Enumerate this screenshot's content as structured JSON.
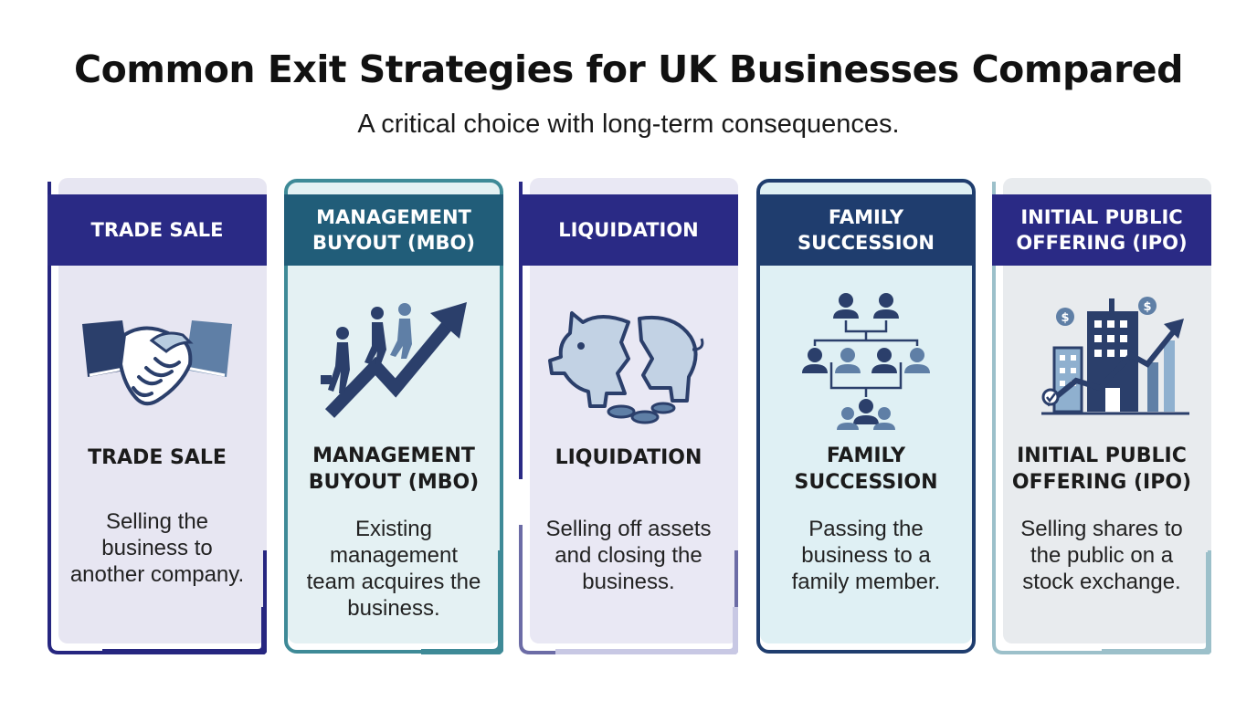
{
  "title": "Common Exit Strategies for UK Businesses Compared",
  "subtitle": "A critical choice with long-term consequences.",
  "cards": [
    {
      "header": "TRADE SALE",
      "name": "TRADE SALE",
      "description": "Selling the business to another company.",
      "icon": "handshake-icon",
      "colors": {
        "header": "#2a2a85",
        "border": "#262680",
        "bg": "#e7e6f2"
      }
    },
    {
      "header": "MANAGEMENT BUYOUT (MBO)",
      "name": "MANAGEMENT BUYOUT (MBO)",
      "description": "Existing management team acquires the business.",
      "icon": "climbing-team-arrow-icon",
      "colors": {
        "header": "#215d79",
        "border": "#3e8a97",
        "bg": "#e4f1f3"
      }
    },
    {
      "header": "LIQUIDATION",
      "name": "LIQUIDATION",
      "description": "Selling off assets and closing the business.",
      "icon": "broken-piggy-bank-icon",
      "colors": {
        "header": "#2a2a85",
        "border": "#6c6ca6",
        "bg": "#e9e8f4"
      }
    },
    {
      "header": "FAMILY SUCCESSION",
      "name": "FAMILY SUCCESSION",
      "description": "Passing the business to a family member.",
      "icon": "family-tree-icon",
      "colors": {
        "header": "#1f3d6e",
        "border": "#1f3d6e",
        "bg": "#dff0f4"
      }
    },
    {
      "header": "INITIAL PUBLIC OFFERING (IPO)",
      "name": "INITIAL PUBLIC OFFERING (IPO)",
      "description": "Selling shares to the public on a stock exchange.",
      "icon": "stock-exchange-icon",
      "colors": {
        "header": "#2a2a85",
        "border": "#9cc0ca",
        "bg": "#e8ebee"
      }
    }
  ]
}
